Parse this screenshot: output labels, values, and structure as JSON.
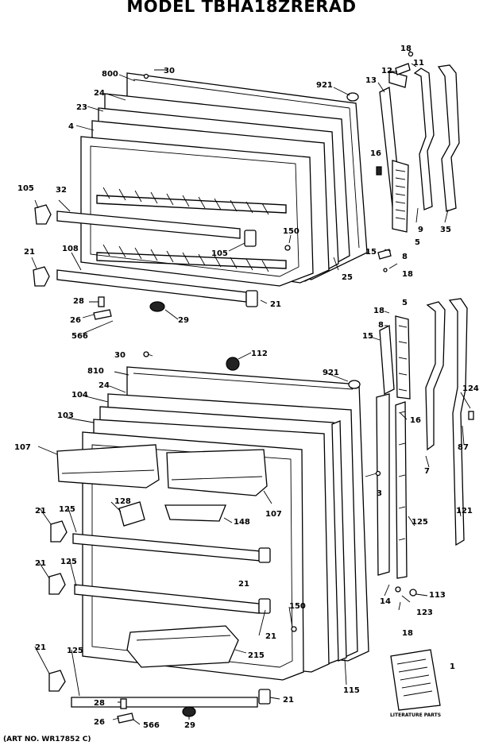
{
  "title": "MODEL TBHA18ZRERAD",
  "art_number": "(ART NO. WR17852 C)",
  "literature_caption": "LITERATURE PARTS",
  "callouts": {
    "c18a": "18",
    "c11": "11",
    "c12": "12",
    "c800": "800",
    "c30a": "30",
    "c921a": "921",
    "c13": "13",
    "c24a": "24",
    "c23": "23",
    "c4": "4",
    "c16a": "16",
    "c105a": "105",
    "c32": "32",
    "c9": "9",
    "c35": "35",
    "c150a": "150",
    "c105b": "105",
    "c5a": "5",
    "c15a": "15",
    "c8a": "8",
    "c21a": "21",
    "c108": "108",
    "c25": "25",
    "c18b": "18",
    "c28a": "28",
    "c21b": "21",
    "c26a": "26",
    "c566a": "566",
    "c29a": "29",
    "c18c": "18",
    "c5b": "5",
    "c8b": "8",
    "c15b": "15",
    "c30b": "30",
    "c112": "112",
    "c810": "810",
    "c921b": "921",
    "c24b": "24",
    "c124": "124",
    "c104": "104",
    "c103": "103",
    "c16b": "16",
    "c87": "87",
    "c107a": "107",
    "c3": "3",
    "c7": "7",
    "c21c": "21",
    "c125a": "125",
    "c128": "128",
    "c148": "148",
    "c107b": "107",
    "c125b": "125",
    "c121": "121",
    "c21d": "21",
    "c125c": "125",
    "c21e": "21",
    "c14": "14",
    "c113": "113",
    "c150b": "150",
    "c123": "123",
    "c18d": "18",
    "c21f": "21",
    "c215": "215",
    "c21g": "21",
    "c125d": "125",
    "c115": "115",
    "c1": "1",
    "c28b": "28",
    "c21h": "21",
    "c26b": "26",
    "c566b": "566",
    "c29b": "29"
  }
}
